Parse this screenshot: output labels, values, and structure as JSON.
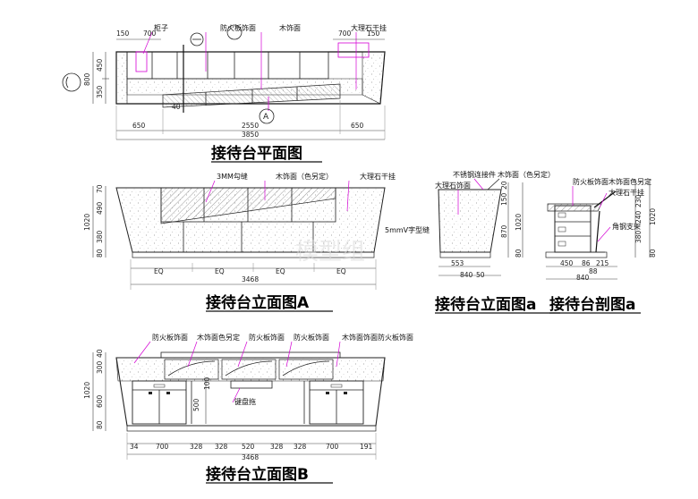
{
  "watermark": "模型组",
  "plan": {
    "title": "接待台平面图",
    "labels": {
      "cabinet": "柜子",
      "fireproof": "防火板饰面",
      "wood": "木饰面",
      "marble_skirt": "大理石干挂"
    },
    "top_dims": [
      "150",
      "700",
      "700",
      "150"
    ],
    "left_dims": [
      "800",
      "450",
      "350"
    ],
    "bottom_dims": [
      "650",
      "2550",
      "650"
    ],
    "total": "3850",
    "small_dim": "40",
    "marker_a": "A"
  },
  "elev_a": {
    "title": "接待台立面图A",
    "labels": {
      "groove": "3MM勾缝",
      "wood_color": "木饰面（色另定）",
      "marble_skirt": "大理石干挂",
      "v_groove": "5mmV字型缝"
    },
    "left_dims": [
      "70",
      "1020",
      "490",
      "380",
      "80"
    ],
    "bottom_dims": [
      "EQ",
      "EQ",
      "EQ",
      "EQ"
    ],
    "total": "3468"
  },
  "elev_a2": {
    "title": "接待台立面图a",
    "labels": {
      "steel": "不锈钢连接件",
      "wood_color": "木饰面（色另定）",
      "marble": "大理石饰面"
    },
    "right_dims": [
      "20",
      "150",
      "870",
      "1020",
      "80"
    ],
    "bottom_dims": [
      "553",
      "840",
      "50"
    ]
  },
  "section_a": {
    "title": "接待台剖图a",
    "labels": {
      "fire_wood": "防火板饰面木饰面色另定",
      "marble_skirt": "大理石干挂",
      "angle_steel": "角钢支架"
    },
    "right_dims": [
      "230",
      "240",
      "1020",
      "380",
      "80"
    ],
    "bottom_dims": [
      "450",
      "86",
      "215",
      "88",
      "840"
    ]
  },
  "elev_b": {
    "title": "接待台立面图B",
    "labels": {
      "fire1": "防火板饰面",
      "wood_color": "木饰面色另定",
      "fire2": "防火板饰面",
      "fire3": "防火板饰面",
      "wood_fire": "木饰面饰面防火板饰面",
      "keyboard": "键盘拖"
    },
    "left_dims": [
      "40",
      "300",
      "1020",
      "600",
      "80"
    ],
    "inner_dims": [
      "100",
      "500"
    ],
    "bottom_dims": [
      "34",
      "700",
      "328",
      "328",
      "520",
      "328",
      "328",
      "700",
      "191"
    ],
    "total": "3468"
  }
}
